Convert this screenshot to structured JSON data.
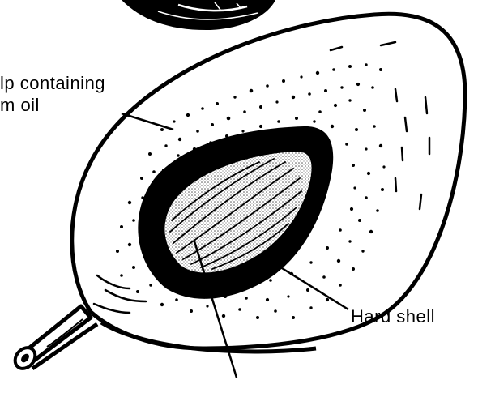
{
  "labels": {
    "pulp_line1": "lp  containing",
    "pulp_line2": "m  oil",
    "hard_shell": "Hard shell"
  },
  "colors": {
    "ink": "#000000",
    "paper": "#ffffff",
    "kernel_fill": "#bdbdbd"
  }
}
